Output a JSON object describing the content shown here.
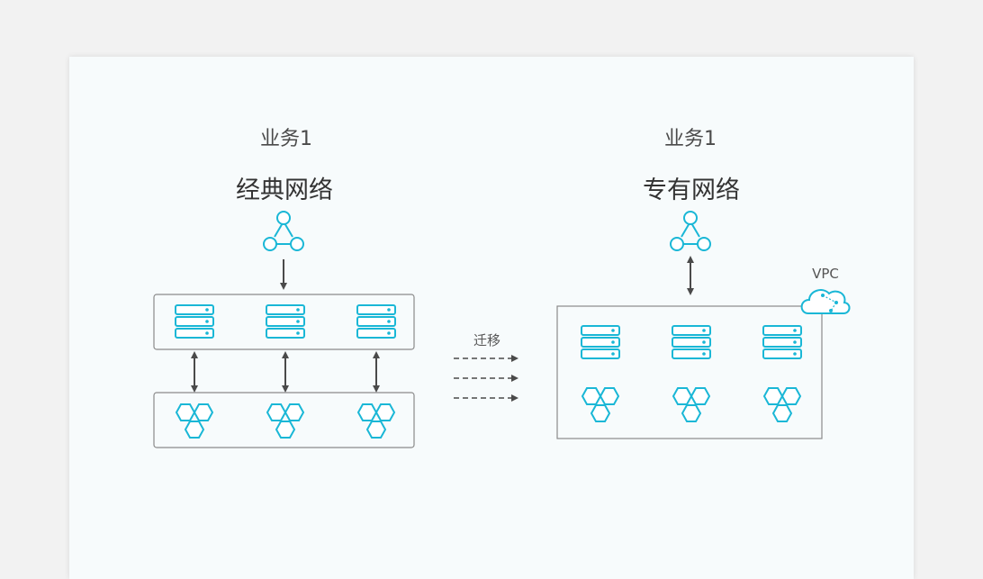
{
  "colors": {
    "accent": "#1ab7d6",
    "arrow": "#4a4a4a",
    "box_border": "#8a8a8a",
    "card_bg": "#f7fbfc",
    "page_bg": "#f2f2f2"
  },
  "left": {
    "business": "业务1",
    "network": "经典网络",
    "top_icon": "network-node-icon",
    "server_icon": "server-stack-icon",
    "cluster_icon": "hexagon-cluster-icon",
    "columns": 3
  },
  "right": {
    "business": "业务1",
    "network": "专有网络",
    "top_icon": "network-node-icon",
    "server_icon": "server-stack-icon",
    "cluster_icon": "hexagon-cluster-icon",
    "badge_label": "VPC",
    "badge_icon": "cloud-icon",
    "columns": 3
  },
  "migration": {
    "label": "迁移",
    "arrow_count": 3
  }
}
